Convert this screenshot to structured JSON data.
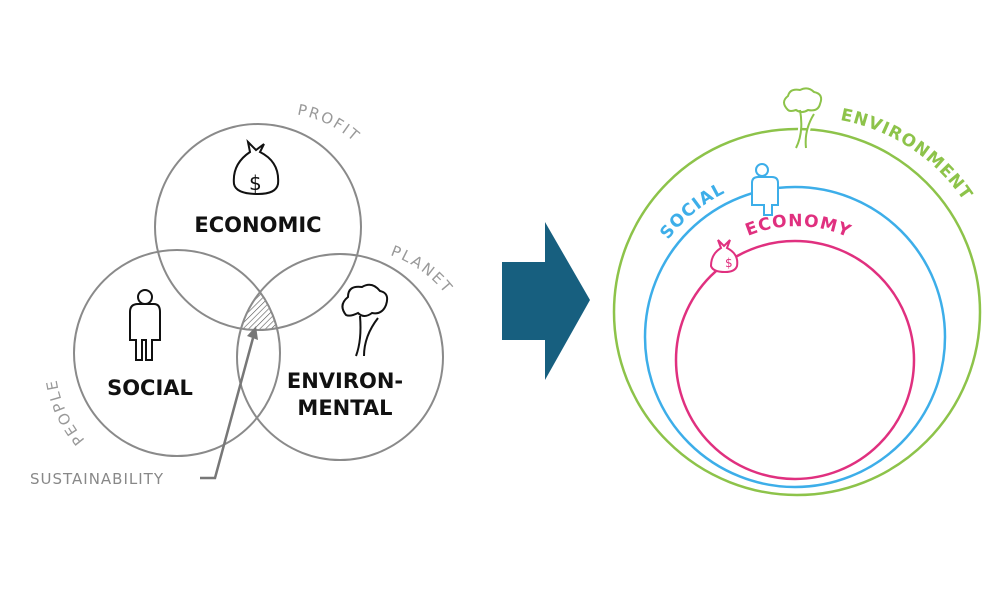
{
  "left_diagram": {
    "circles": [
      {
        "label": "ECONOMIC",
        "tag": "PROFIT",
        "icon": "money-bag-icon"
      },
      {
        "label": "SOCIAL",
        "tag": "PEOPLE",
        "icon": "person-icon"
      },
      {
        "label_line1": "ENVIRON-",
        "label_line2": "MENTAL",
        "tag": "PLANET",
        "icon": "tree-icon"
      }
    ],
    "intersection_label": "SUSTAINABILITY"
  },
  "transition": {
    "icon": "right-arrow-icon",
    "color": "#175f7f"
  },
  "right_diagram": {
    "rings": [
      {
        "label": "ENVIRONMENT",
        "color": "#8dc34a",
        "icon": "tree-icon"
      },
      {
        "label": "SOCIAL",
        "color": "#3daee9",
        "icon": "person-icon"
      },
      {
        "label": "ECONOMY",
        "color": "#e0307f",
        "icon": "money-bag-icon"
      }
    ]
  }
}
